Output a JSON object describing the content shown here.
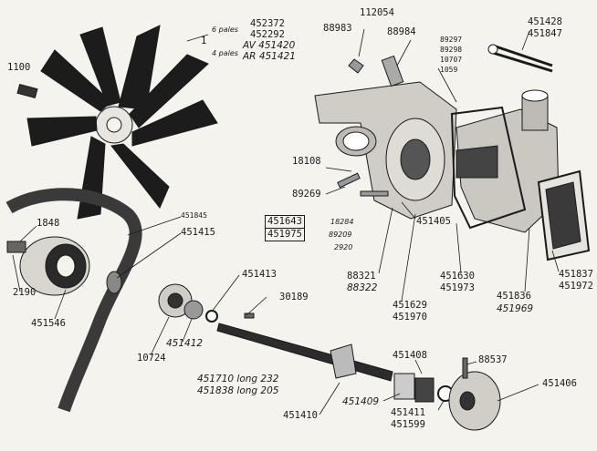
{
  "fan": {
    "p1100": "1100",
    "pales6": "6 pales",
    "pales4": "4 pales",
    "p452372": "452372",
    "p452292": "452292",
    "p451420": "AV 451420",
    "p451421": "AR 451421",
    "one": "1"
  },
  "pulley": {
    "p1848": "1848",
    "p2190": "2190",
    "p451546": "451546",
    "p451845": "451845",
    "p451415": "451415"
  },
  "housing": {
    "p112054": "112054",
    "p88983": "88983",
    "p88984": "88984",
    "p89297": "89297",
    "p89298": "89298",
    "p10707": "10707",
    "p1059": "1059",
    "p18108": "18108",
    "p89269": "89269",
    "p451643": "451643",
    "p451975": "451975",
    "p18284": "18284",
    "p89209": "89209",
    "p2920": "2920",
    "p88321": "88321",
    "p88322": "88322",
    "p451405": "451405",
    "p451629": "451629",
    "p451970": "451970",
    "p451630": "451630",
    "p451973": "451973",
    "p451836": "451836",
    "p451969": "451969",
    "p451837": "451837",
    "p451972": "451972"
  },
  "wrench": {
    "p451428": "451428",
    "p451847": "451847"
  },
  "shaft": {
    "p451413": "451413",
    "p30189": "30189",
    "p451412": "451412",
    "p10724": "10724",
    "p451710": "451710 long 232",
    "p451838": "451838 long 205",
    "p451410": "451410",
    "p451409": "451409",
    "p451408": "451408",
    "p451411": "451411",
    "p451599": "451599",
    "p88537": "88537",
    "p451406": "451406"
  }
}
